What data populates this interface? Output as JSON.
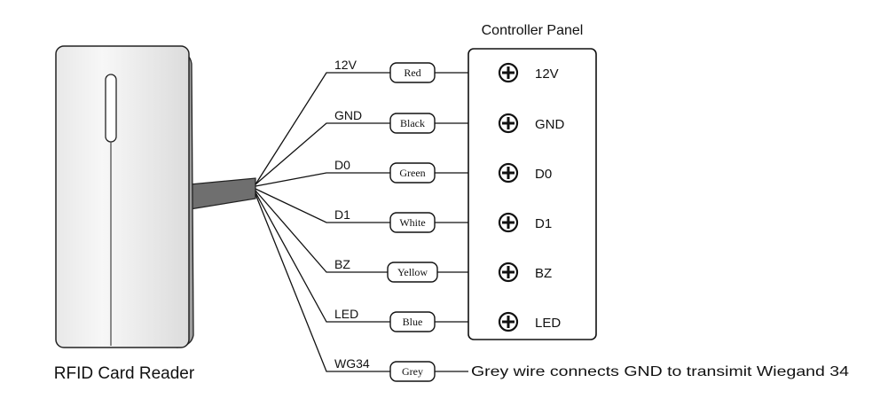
{
  "device": {
    "caption": "RFID Card Reader"
  },
  "panel": {
    "title": "Controller Panel"
  },
  "wires": [
    {
      "signal": "12V",
      "color": "Red",
      "terminal": "12V"
    },
    {
      "signal": "GND",
      "color": "Black",
      "terminal": "GND"
    },
    {
      "signal": "D0",
      "color": "Green",
      "terminal": "D0"
    },
    {
      "signal": "D1",
      "color": "White",
      "terminal": "D1"
    },
    {
      "signal": "BZ",
      "color": "Yellow",
      "terminal": "BZ"
    },
    {
      "signal": "LED",
      "color": "Blue",
      "terminal": "LED"
    },
    {
      "signal": "WG34",
      "color": "Grey",
      "note": "Grey wire connects GND to transimit Wiegand 34"
    }
  ]
}
